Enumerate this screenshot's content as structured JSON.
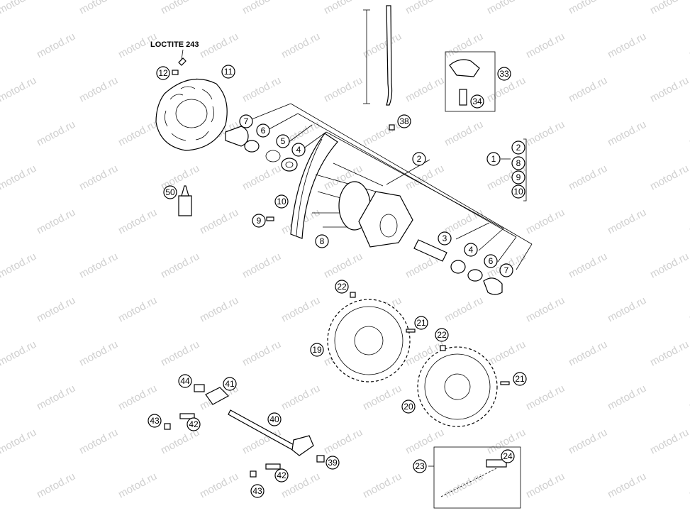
{
  "watermark": "motod.ru",
  "loctite_label": "LOCTITE 243",
  "callouts": {
    "c11": "11",
    "c12": "12",
    "c7a": "7",
    "c6a": "6",
    "c5": "5",
    "c4a": "4",
    "c2": "2",
    "c10": "10",
    "c9": "9",
    "c8": "8",
    "c3": "3",
    "c4b": "4",
    "c6b": "6",
    "c7b": "7",
    "c38": "38",
    "c33": "33",
    "c34": "34",
    "c50": "50",
    "c1": "1",
    "g2": "2",
    "g8": "8",
    "g9": "9",
    "g10": "10",
    "c22a": "22",
    "c21a": "21",
    "c19": "19",
    "c22b": "22",
    "c21b": "21",
    "c20": "20",
    "c44": "44",
    "c41": "41",
    "c43a": "43",
    "c42a": "42",
    "c40": "40",
    "c39": "39",
    "c42b": "42",
    "c43b": "43",
    "c23": "23",
    "c24": "24"
  }
}
